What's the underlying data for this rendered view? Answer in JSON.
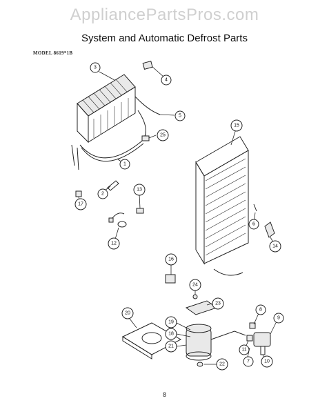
{
  "watermark": "AppliancePartsPros.com",
  "title": "System and Automatic Defrost Parts",
  "model": "MODEL 8619*1B",
  "page_number": "8",
  "callouts": [
    "1",
    "2",
    "3",
    "4",
    "5",
    "6",
    "7",
    "8",
    "9",
    "10",
    "11",
    "12",
    "13",
    "14",
    "15",
    "16",
    "17",
    "18",
    "19",
    "20",
    "21",
    "22",
    "23",
    "24",
    "25"
  ]
}
